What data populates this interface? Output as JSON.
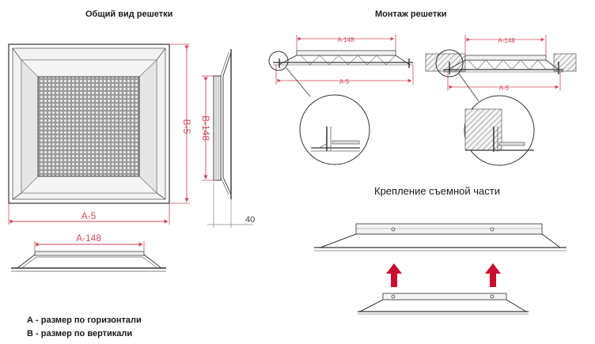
{
  "titles": {
    "general_view": "Общий вид решетки",
    "mounting": "Монтаж решетки",
    "fastening": "Крепление съемной части"
  },
  "dimensions": {
    "a5": "A-5",
    "b5": "B-5",
    "a148": "A-148",
    "b148": "B-148",
    "depth": "40"
  },
  "legend": {
    "a_line": "А - размер по горизонтали",
    "b_line": "В - размер по вертикали"
  },
  "colors": {
    "dimension_line": "#d24a5a",
    "arrow": "#c8102e",
    "outline": "#333333"
  }
}
